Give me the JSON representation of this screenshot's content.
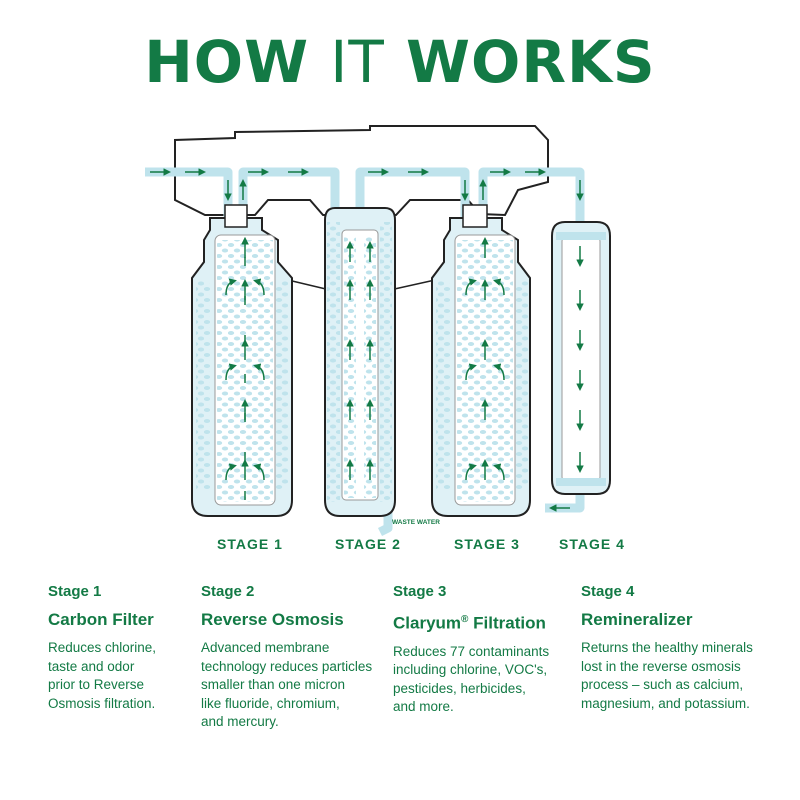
{
  "title": {
    "bold1": "HOW",
    "thin": "IT",
    "bold2": "WORKS"
  },
  "waste_label": "WASTE WATER",
  "stage_labels": [
    "STAGE 1",
    "STAGE 2",
    "STAGE 3",
    "STAGE 4"
  ],
  "stages": [
    {
      "num": "Stage 1",
      "name": "Carbon Filter",
      "lines": [
        "Reduces chlorine,",
        "taste and odor",
        "prior to Reverse",
        "Osmosis filtration."
      ]
    },
    {
      "num": "Stage 2",
      "name": "Reverse Osmosis",
      "lines": [
        "Advanced membrane",
        "technology reduces particles",
        "smaller than one micron",
        "like fluoride, chromium,",
        "and mercury."
      ]
    },
    {
      "num": "Stage 3",
      "name": "Claryum",
      "name_sup": "®",
      "name_suffix": " Filtration",
      "lines": [
        "Reduces 77 contaminants",
        "including chlorine, VOC's,",
        "pesticides, herbicides,",
        "and more."
      ]
    },
    {
      "num": "Stage 4",
      "name": "Remineralizer",
      "lines": [
        "Returns the healthy minerals",
        "lost in the reverse osmosis",
        "process – such as calcium,",
        "magnesium, and potassium."
      ]
    }
  ],
  "colors": {
    "green": "#137a45",
    "water": "#bfe3ec",
    "water_light": "#dff1f6",
    "outline": "#222222"
  }
}
